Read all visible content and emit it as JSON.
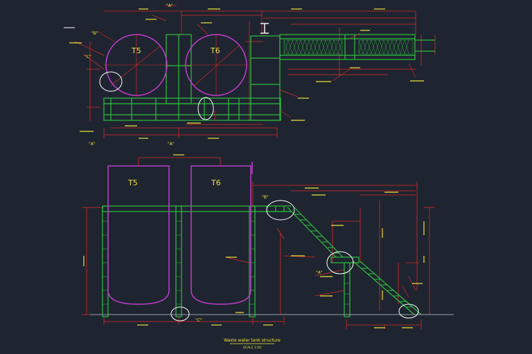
{
  "plan_view": {
    "tank_left_label": "T5",
    "tank_right_label": "T6",
    "marker_a": "\"A\"",
    "marker_b": "\"B\"",
    "marker_c": "\"C\""
  },
  "elevation_view": {
    "tank_left_label": "T5",
    "tank_right_label": "T6",
    "marker_a": "\"A\"",
    "marker_b": "\"B\"",
    "marker_c": "\"C\""
  },
  "title_block": {
    "title": "Waste water tank structure",
    "subtitle": "SCALE 1:50"
  },
  "colors": {
    "background": "#1e2530",
    "structure": "#2fbf3f",
    "tank": "#c23ccf",
    "dimension": "#e0262a",
    "text": "#f2e23a",
    "highlight": "#ffffff"
  }
}
